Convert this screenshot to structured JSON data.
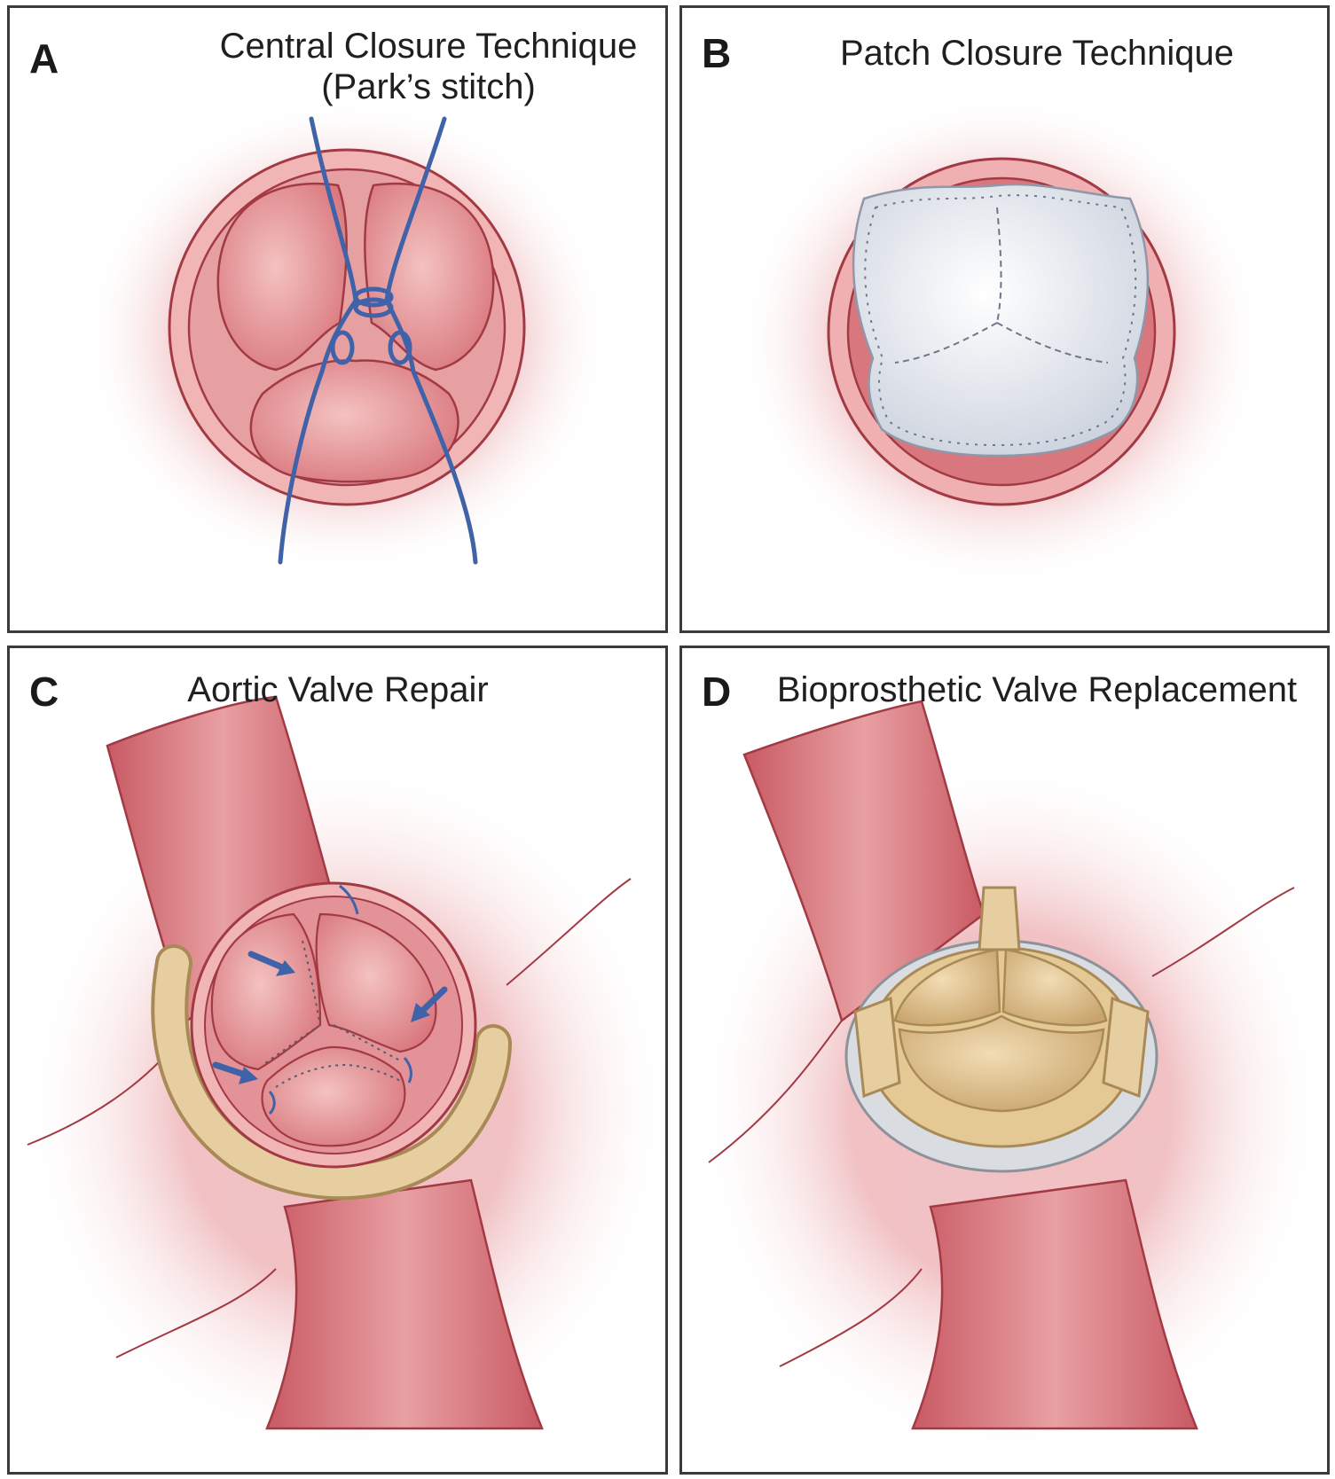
{
  "panels": [
    {
      "letter": "A",
      "title": "Central Closure Technique",
      "subtitle": "(Park’s stitch)"
    },
    {
      "letter": "B",
      "title": "Patch Closure Technique"
    },
    {
      "letter": "C",
      "title": "Aortic Valve Repair"
    },
    {
      "letter": "D",
      "title": "Bioprosthetic Valve Replacement"
    }
  ],
  "colors": {
    "tissue": "#e9a3a4",
    "tissue_dark": "#c0575f",
    "outline": "#a23a44",
    "suture": "#3f62a8",
    "patch": "#e8ecf3",
    "ring": "#e3c99a",
    "frame": "#c9cdd2"
  }
}
